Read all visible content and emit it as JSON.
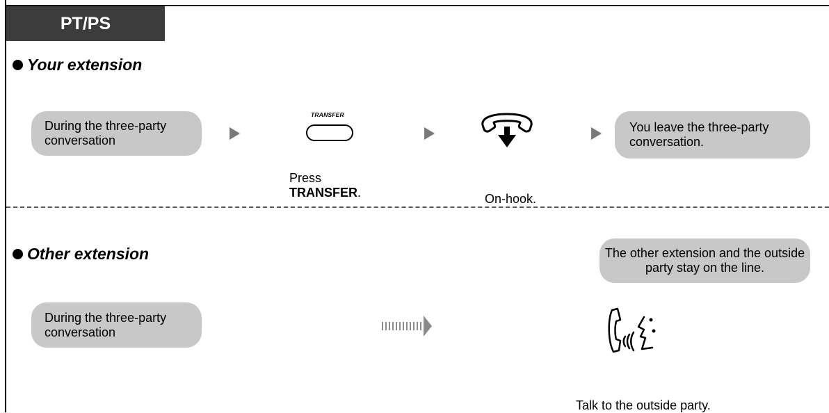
{
  "tab": {
    "label": "PT/PS"
  },
  "your_extension": {
    "heading": "Your extension",
    "start_text": "During the three-party conversation",
    "step1": {
      "key_label": "TRANSFER",
      "caption_line1": "Press",
      "caption_key": "TRANSFER",
      "caption_suffix": "."
    },
    "step2": {
      "caption": "On-hook."
    },
    "result_text": "You leave the three-party conversation."
  },
  "other_extension": {
    "heading": "Other extension",
    "start_text": "During the three-party conversation",
    "result_text": "The other extension and the outside party stay on the line.",
    "talk_caption": "Talk to the outside party."
  },
  "icons": [
    "transfer-key-icon",
    "on-hook-icon",
    "talk-icon",
    "arrow-right-icon",
    "dotted-arrow-icon",
    "bullet-icon"
  ]
}
